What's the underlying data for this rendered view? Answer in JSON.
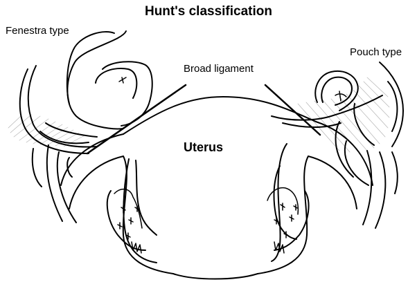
{
  "labels": {
    "title": "Hunt's classification",
    "fenestra": "Fenestra type",
    "pouch": "Pouch type",
    "broad_ligament": "Broad ligament",
    "uterus": "Uterus"
  },
  "colors": {
    "ink": "#000000",
    "hatch": "#b4b4b4",
    "background": "#ffffff"
  }
}
